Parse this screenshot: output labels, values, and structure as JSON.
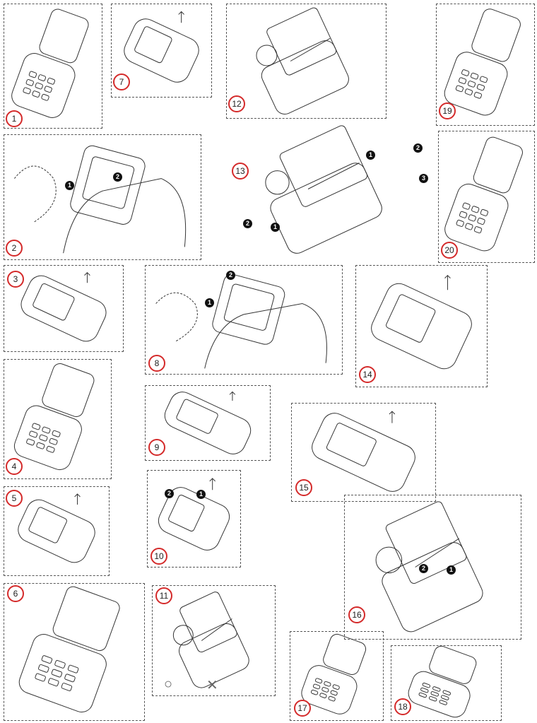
{
  "diagram": {
    "panels": [
      {
        "number": "1"
      },
      {
        "number": "2"
      },
      {
        "number": "3"
      },
      {
        "number": "4"
      },
      {
        "number": "5"
      },
      {
        "number": "6"
      },
      {
        "number": "7"
      },
      {
        "number": "8"
      },
      {
        "number": "9"
      },
      {
        "number": "10"
      },
      {
        "number": "11"
      },
      {
        "number": "12"
      },
      {
        "number": "13"
      },
      {
        "number": "14"
      },
      {
        "number": "15"
      },
      {
        "number": "16"
      },
      {
        "number": "17"
      },
      {
        "number": "18"
      },
      {
        "number": "19"
      },
      {
        "number": "20"
      }
    ],
    "step_markers": {
      "one": "1",
      "two": "2",
      "three": "3"
    },
    "panel11_symbols": {
      "correct": "○",
      "wrong": "✕"
    },
    "accent_color": "#d42a2a"
  }
}
